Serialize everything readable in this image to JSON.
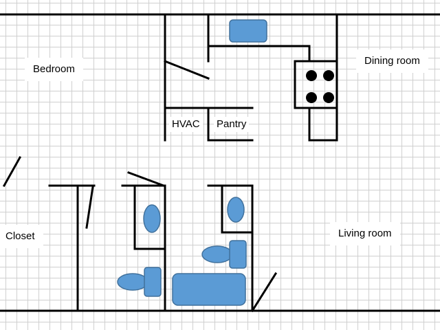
{
  "rooms": {
    "bedroom": "Bedroom",
    "dining_room": "Dining room",
    "hvac": "HVAC",
    "pantry": "Pantry",
    "closet": "Closet",
    "living_room": "Living room"
  },
  "colors": {
    "fixture_fill": "#5b9bd5",
    "fixture_stroke": "#41719c",
    "wall": "#000000",
    "grid": "#cfcfcf",
    "burner": "#000000"
  }
}
